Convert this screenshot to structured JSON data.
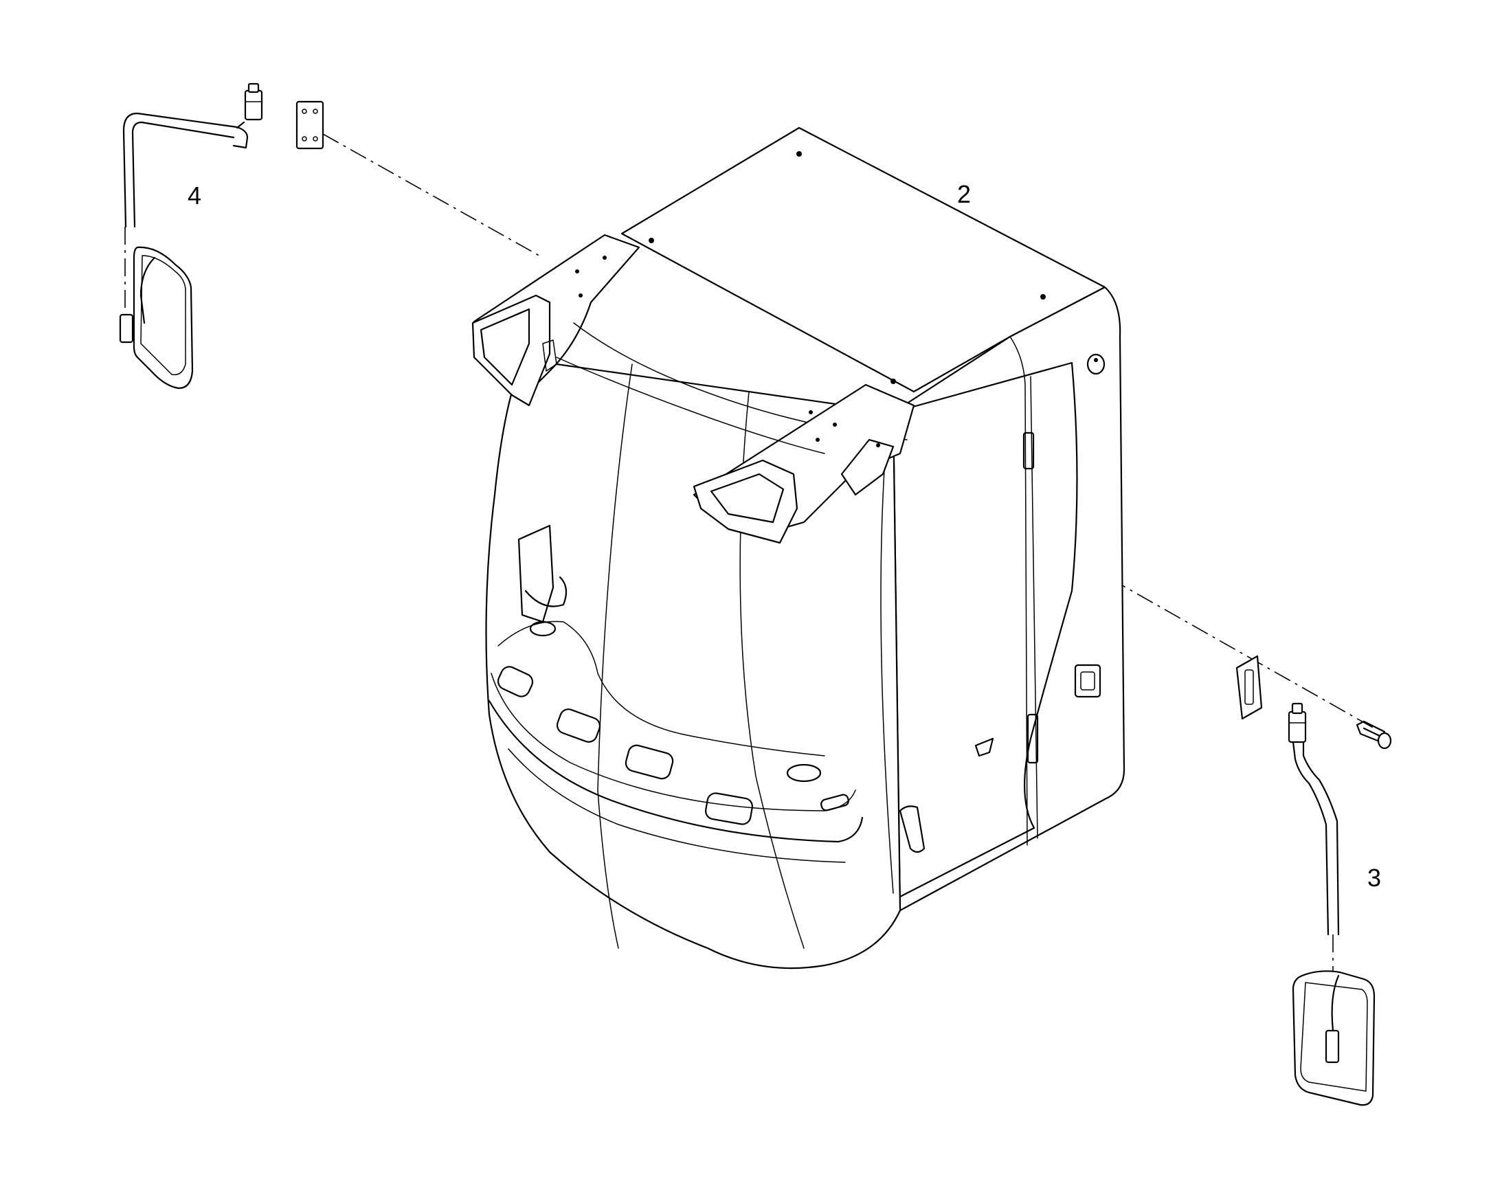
{
  "callouts": {
    "cab": "2",
    "right_mirror": "3",
    "left_mirror": "4"
  }
}
